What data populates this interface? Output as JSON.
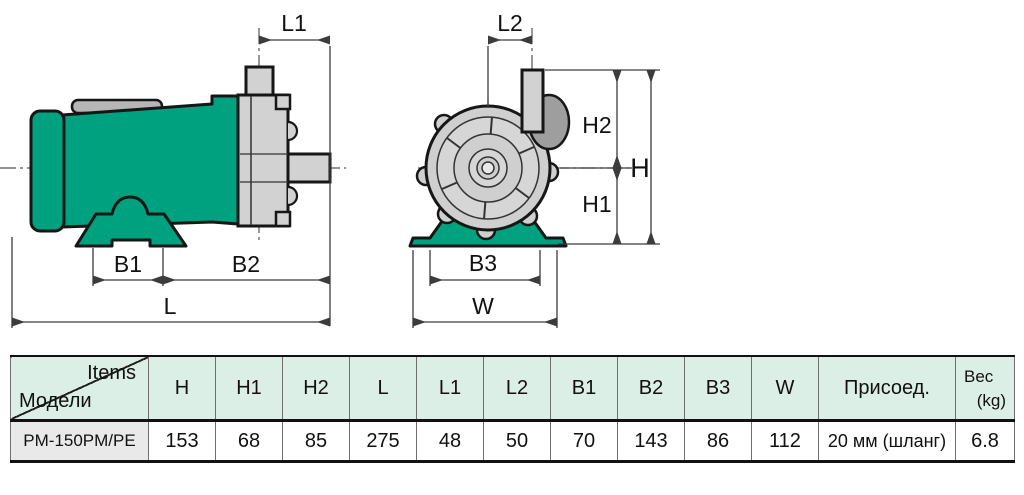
{
  "diagram": {
    "labels": {
      "L1": "L1",
      "L2": "L2",
      "H2": "H2",
      "H": "H",
      "H1": "H1",
      "B1": "B1",
      "B2": "B2",
      "B3": "B3",
      "L": "L",
      "W": "W"
    },
    "colors": {
      "pump_green": "#00a17e",
      "metal_gray": "#d2d2d2",
      "dark_gray": "#9e9e9e",
      "outline": "#161616",
      "dimension": "#3c3c3c"
    }
  },
  "table": {
    "corner": {
      "top_right": "Items",
      "bottom_left": "Модели"
    },
    "columns": [
      "H",
      "H1",
      "H2",
      "L",
      "L1",
      "L2",
      "B1",
      "B2",
      "B3",
      "W",
      "Присоед."
    ],
    "weight_header": {
      "line1": "Вес",
      "line2": "(kg)"
    },
    "row": {
      "model": "PM-150PM/PE",
      "values": [
        "153",
        "68",
        "85",
        "275",
        "48",
        "50",
        "70",
        "143",
        "86",
        "112",
        "20 мм (шланг)",
        "6.8"
      ]
    },
    "header_bg": "#dcefe6",
    "model_cell_bg": "#e9e9e9"
  }
}
